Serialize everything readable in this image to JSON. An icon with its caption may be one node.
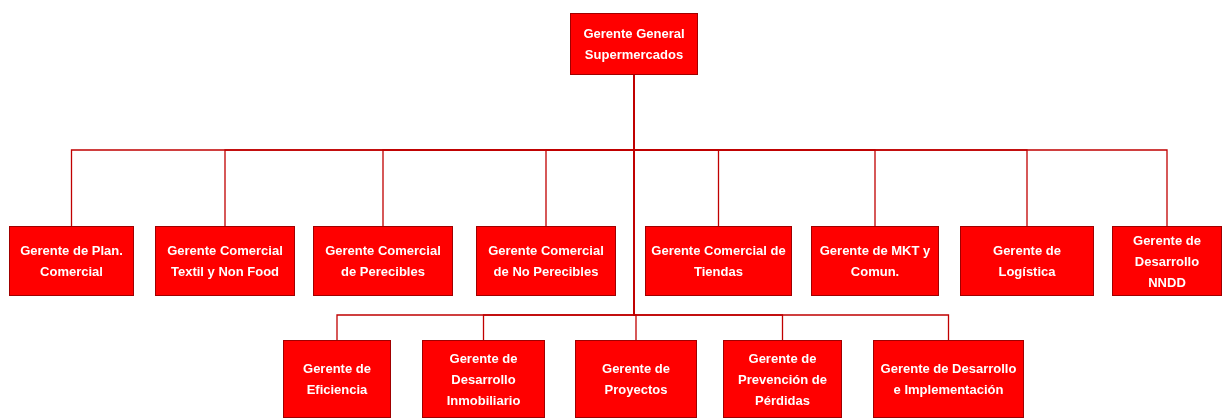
{
  "diagram": {
    "nodes": [
      {
        "text": [
          "Gerente General Supermercados"
        ]
      },
      {
        "text": [
          "Gerente de Plan. Comercial"
        ]
      },
      {
        "text": [
          "Gerente Comercial Textil y Non Food"
        ]
      },
      {
        "text": [
          "Gerente Comercial de Perecibles"
        ]
      },
      {
        "text": [
          "Gerente Comercial de No Perecibles"
        ]
      },
      {
        "text": [
          "Gerente Comercial de Tiendas"
        ]
      },
      {
        "text": [
          "Gerente de MKT y Comun."
        ]
      },
      {
        "text": [
          "Gerente de Logística"
        ]
      },
      {
        "text": [
          "Gerente de Desarrollo NNDD"
        ]
      },
      {
        "text": [
          "Gerente de Eficiencia"
        ]
      },
      {
        "text": [
          "Gerente de Desarrollo Inmobiliario"
        ]
      },
      {
        "text": [
          "Gerente de Proyectos"
        ]
      },
      {
        "text": [
          "Gerente de Prevención de Pérdidas"
        ]
      },
      {
        "text": [
          "Gerente de Desarrollo e Implementación"
        ]
      }
    ],
    "edges": [
      {
        "from": 0,
        "to": 1,
        "arrow": "none"
      },
      {
        "from": 0,
        "to": 2,
        "arrow": "none"
      },
      {
        "from": 0,
        "to": 3,
        "arrow": "none"
      },
      {
        "from": 0,
        "to": 4,
        "arrow": "none"
      },
      {
        "from": 0,
        "to": 5,
        "arrow": "none"
      },
      {
        "from": 0,
        "to": 6,
        "arrow": "none"
      },
      {
        "from": 0,
        "to": 7,
        "arrow": "none"
      },
      {
        "from": 0,
        "to": 8,
        "arrow": "none"
      },
      {
        "from": 0,
        "to": 9,
        "arrow": "none"
      },
      {
        "from": 0,
        "to": 10,
        "arrow": "none"
      },
      {
        "from": 0,
        "to": 11,
        "arrow": "none"
      },
      {
        "from": 0,
        "to": 12,
        "arrow": "none"
      },
      {
        "from": 0,
        "to": 13,
        "arrow": "none"
      }
    ]
  }
}
